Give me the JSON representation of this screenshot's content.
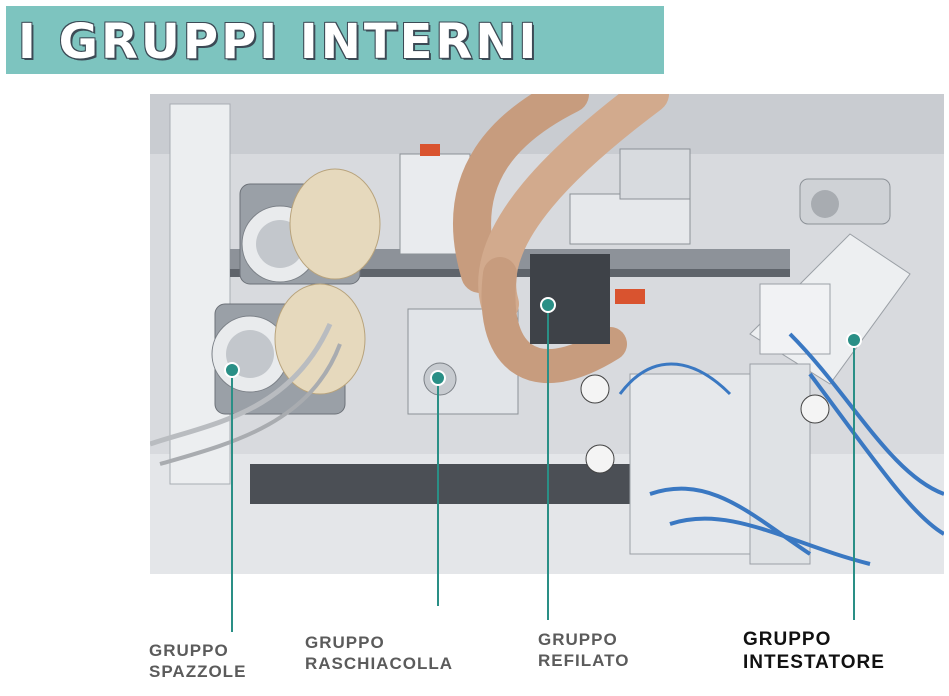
{
  "title": "I GRUPPI INTERNI",
  "colors": {
    "banner": "#7dc4bf",
    "leader": "#2a8f86",
    "caption_grey": "#5b5b5b",
    "caption_black": "#111111"
  },
  "groups": [
    {
      "line1": "GRUPPO",
      "line2": "SPAZZOLE"
    },
    {
      "line1": "GRUPPO",
      "line2": "RASCHIACOLLA"
    },
    {
      "line1": "GRUPPO",
      "line2": "REFILATO"
    },
    {
      "line1": "GRUPPO",
      "line2": "INTESTATORE"
    }
  ]
}
